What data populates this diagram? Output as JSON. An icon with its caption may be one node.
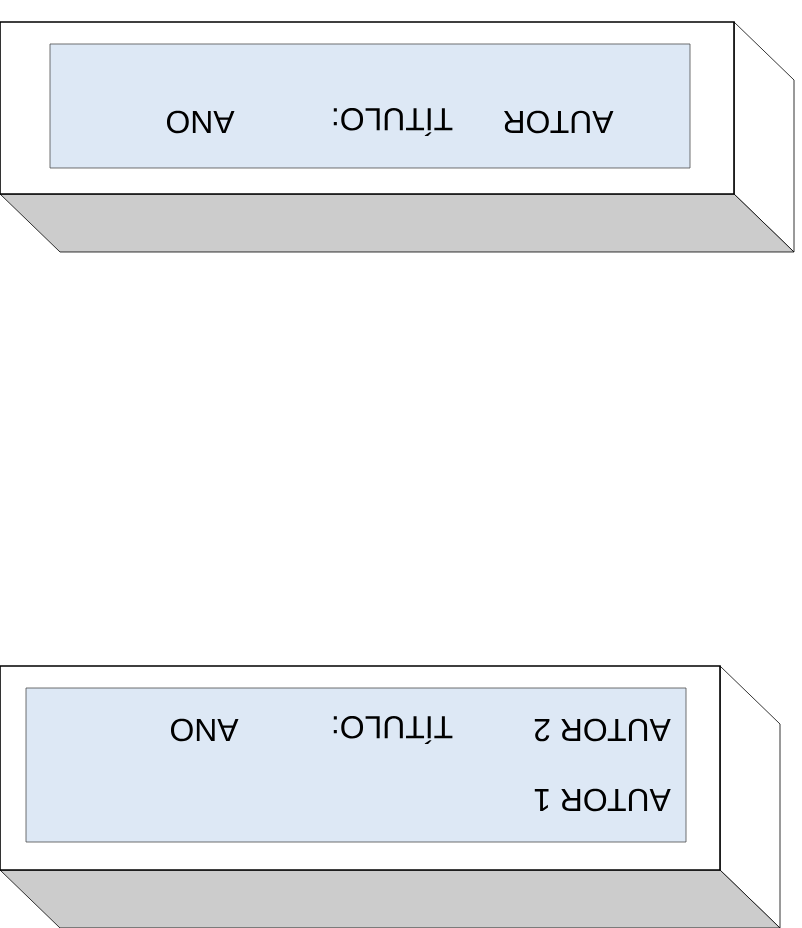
{
  "diagram": {
    "nodes": [
      {
        "text": [],
        "shape": "box"
      },
      {
        "text": [
          "AUTOR",
          "TÍTULO:",
          "ANO"
        ],
        "in": 0
      },
      {
        "text": [],
        "shape": "box"
      },
      {
        "text": [
          "AUTOR 1",
          "AUTOR 2",
          "TÍTULO:",
          "ANO"
        ],
        "in": 2
      }
    ]
  }
}
